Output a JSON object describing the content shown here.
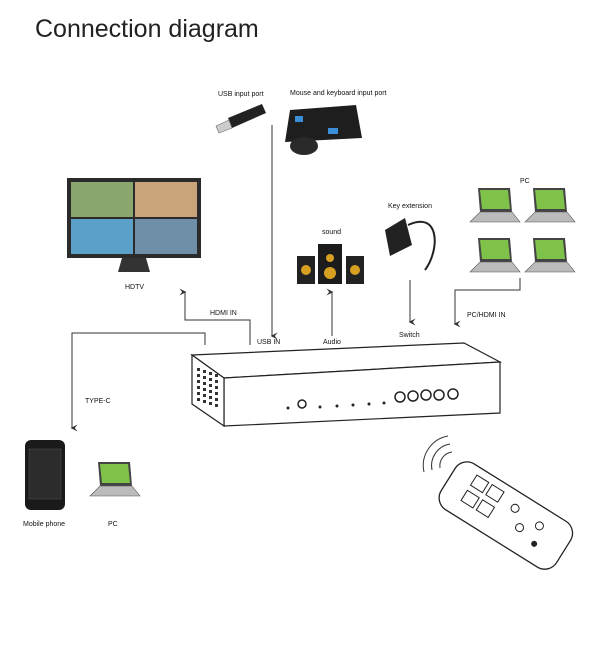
{
  "title": "Connection diagram",
  "devices": {
    "usb": "USB input port",
    "keyboard": "Mouse and keyboard input port",
    "hdtv": "HDTV",
    "sound": "sound",
    "key_extension": "Key extension",
    "pc_group": "PC",
    "mobile": "Mobile phone",
    "pc_single": "PC"
  },
  "connections": {
    "hdmi_in": "HDMI IN",
    "usb_in": "USB IN",
    "audio": "Audio",
    "switch": "Switch",
    "pc_hdmi_in": "PC/HDMI IN",
    "type_c": "TYPE-C"
  },
  "colors": {
    "line": "#333333",
    "screen": "#5aa0c8",
    "device": "#222222"
  }
}
